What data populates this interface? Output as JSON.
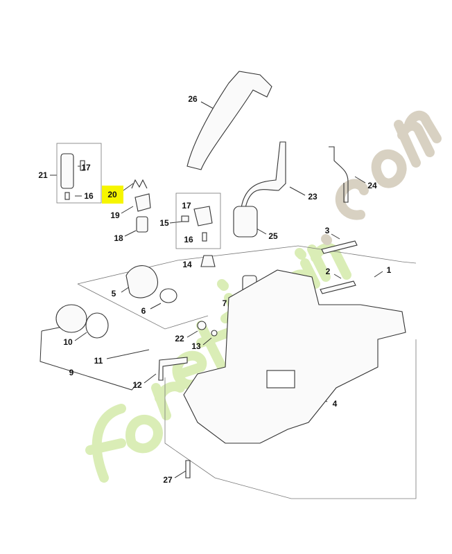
{
  "diagram": {
    "highlighted_part": "20",
    "highlight_color": "#f6f500",
    "watermark": {
      "text": "foret-jardin.com",
      "color_main": "#cfe89a",
      "color_com": "#cfc5b4"
    },
    "labels": {
      "p26": "26",
      "p21": "21",
      "p17a": "17",
      "p16a": "16",
      "p20": "20",
      "p19": "19",
      "p18": "18",
      "p17b": "17",
      "p15": "15",
      "p16b": "16",
      "p23": "23",
      "p24": "24",
      "p25": "25",
      "p3": "3",
      "p14": "14",
      "p2": "2",
      "p1": "1",
      "p5": "5",
      "p6": "6",
      "p7": "7",
      "p22": "22",
      "p13": "13",
      "p10": "10",
      "p11": "11",
      "p9": "9",
      "p12": "12",
      "p4": "4",
      "p27": "27"
    }
  }
}
